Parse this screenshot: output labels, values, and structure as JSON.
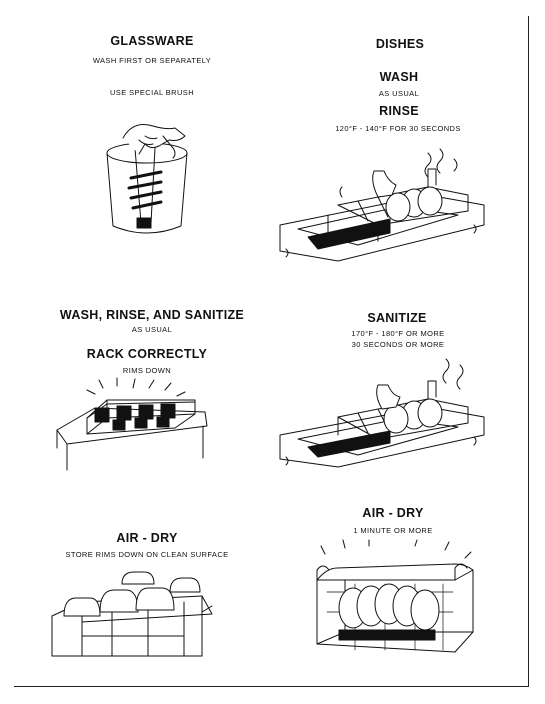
{
  "left": {
    "glassware": {
      "title": "GLASSWARE",
      "line1": "WASH FIRST OR SEPARATELY",
      "line2": "USE SPECIAL BRUSH",
      "illustration": "glass-brush-illustration"
    },
    "wash_rinse_sanitize": {
      "title": "WASH, RINSE, AND SANITIZE",
      "sub": "AS USUAL"
    },
    "rack": {
      "title": "RACK CORRECTLY",
      "sub": "RIMS DOWN",
      "illustration": "glass-rack-illustration"
    },
    "air_dry": {
      "title": "AIR - DRY",
      "sub": "STORE RIMS DOWN ON CLEAN SURFACE",
      "illustration": "glasses-on-rack-illustration"
    }
  },
  "right": {
    "dishes": {
      "title": "DISHES"
    },
    "wash": {
      "title": "WASH",
      "sub": "AS USUAL"
    },
    "rinse": {
      "title": "RINSE",
      "sub": "120°F - 140°F  FOR 30 SECONDS",
      "illustration": "dish-rack-in-sink-illustration"
    },
    "sanitize": {
      "title": "SANITIZE",
      "line1": "170°F - 180°F OR MORE",
      "line2": "30 SECONDS OR MORE",
      "illustration": "dish-rack-sanitize-illustration"
    },
    "air_dry": {
      "title": "AIR - DRY",
      "sub": "1 MINUTE OR MORE",
      "illustration": "dish-basket-illustration"
    }
  }
}
